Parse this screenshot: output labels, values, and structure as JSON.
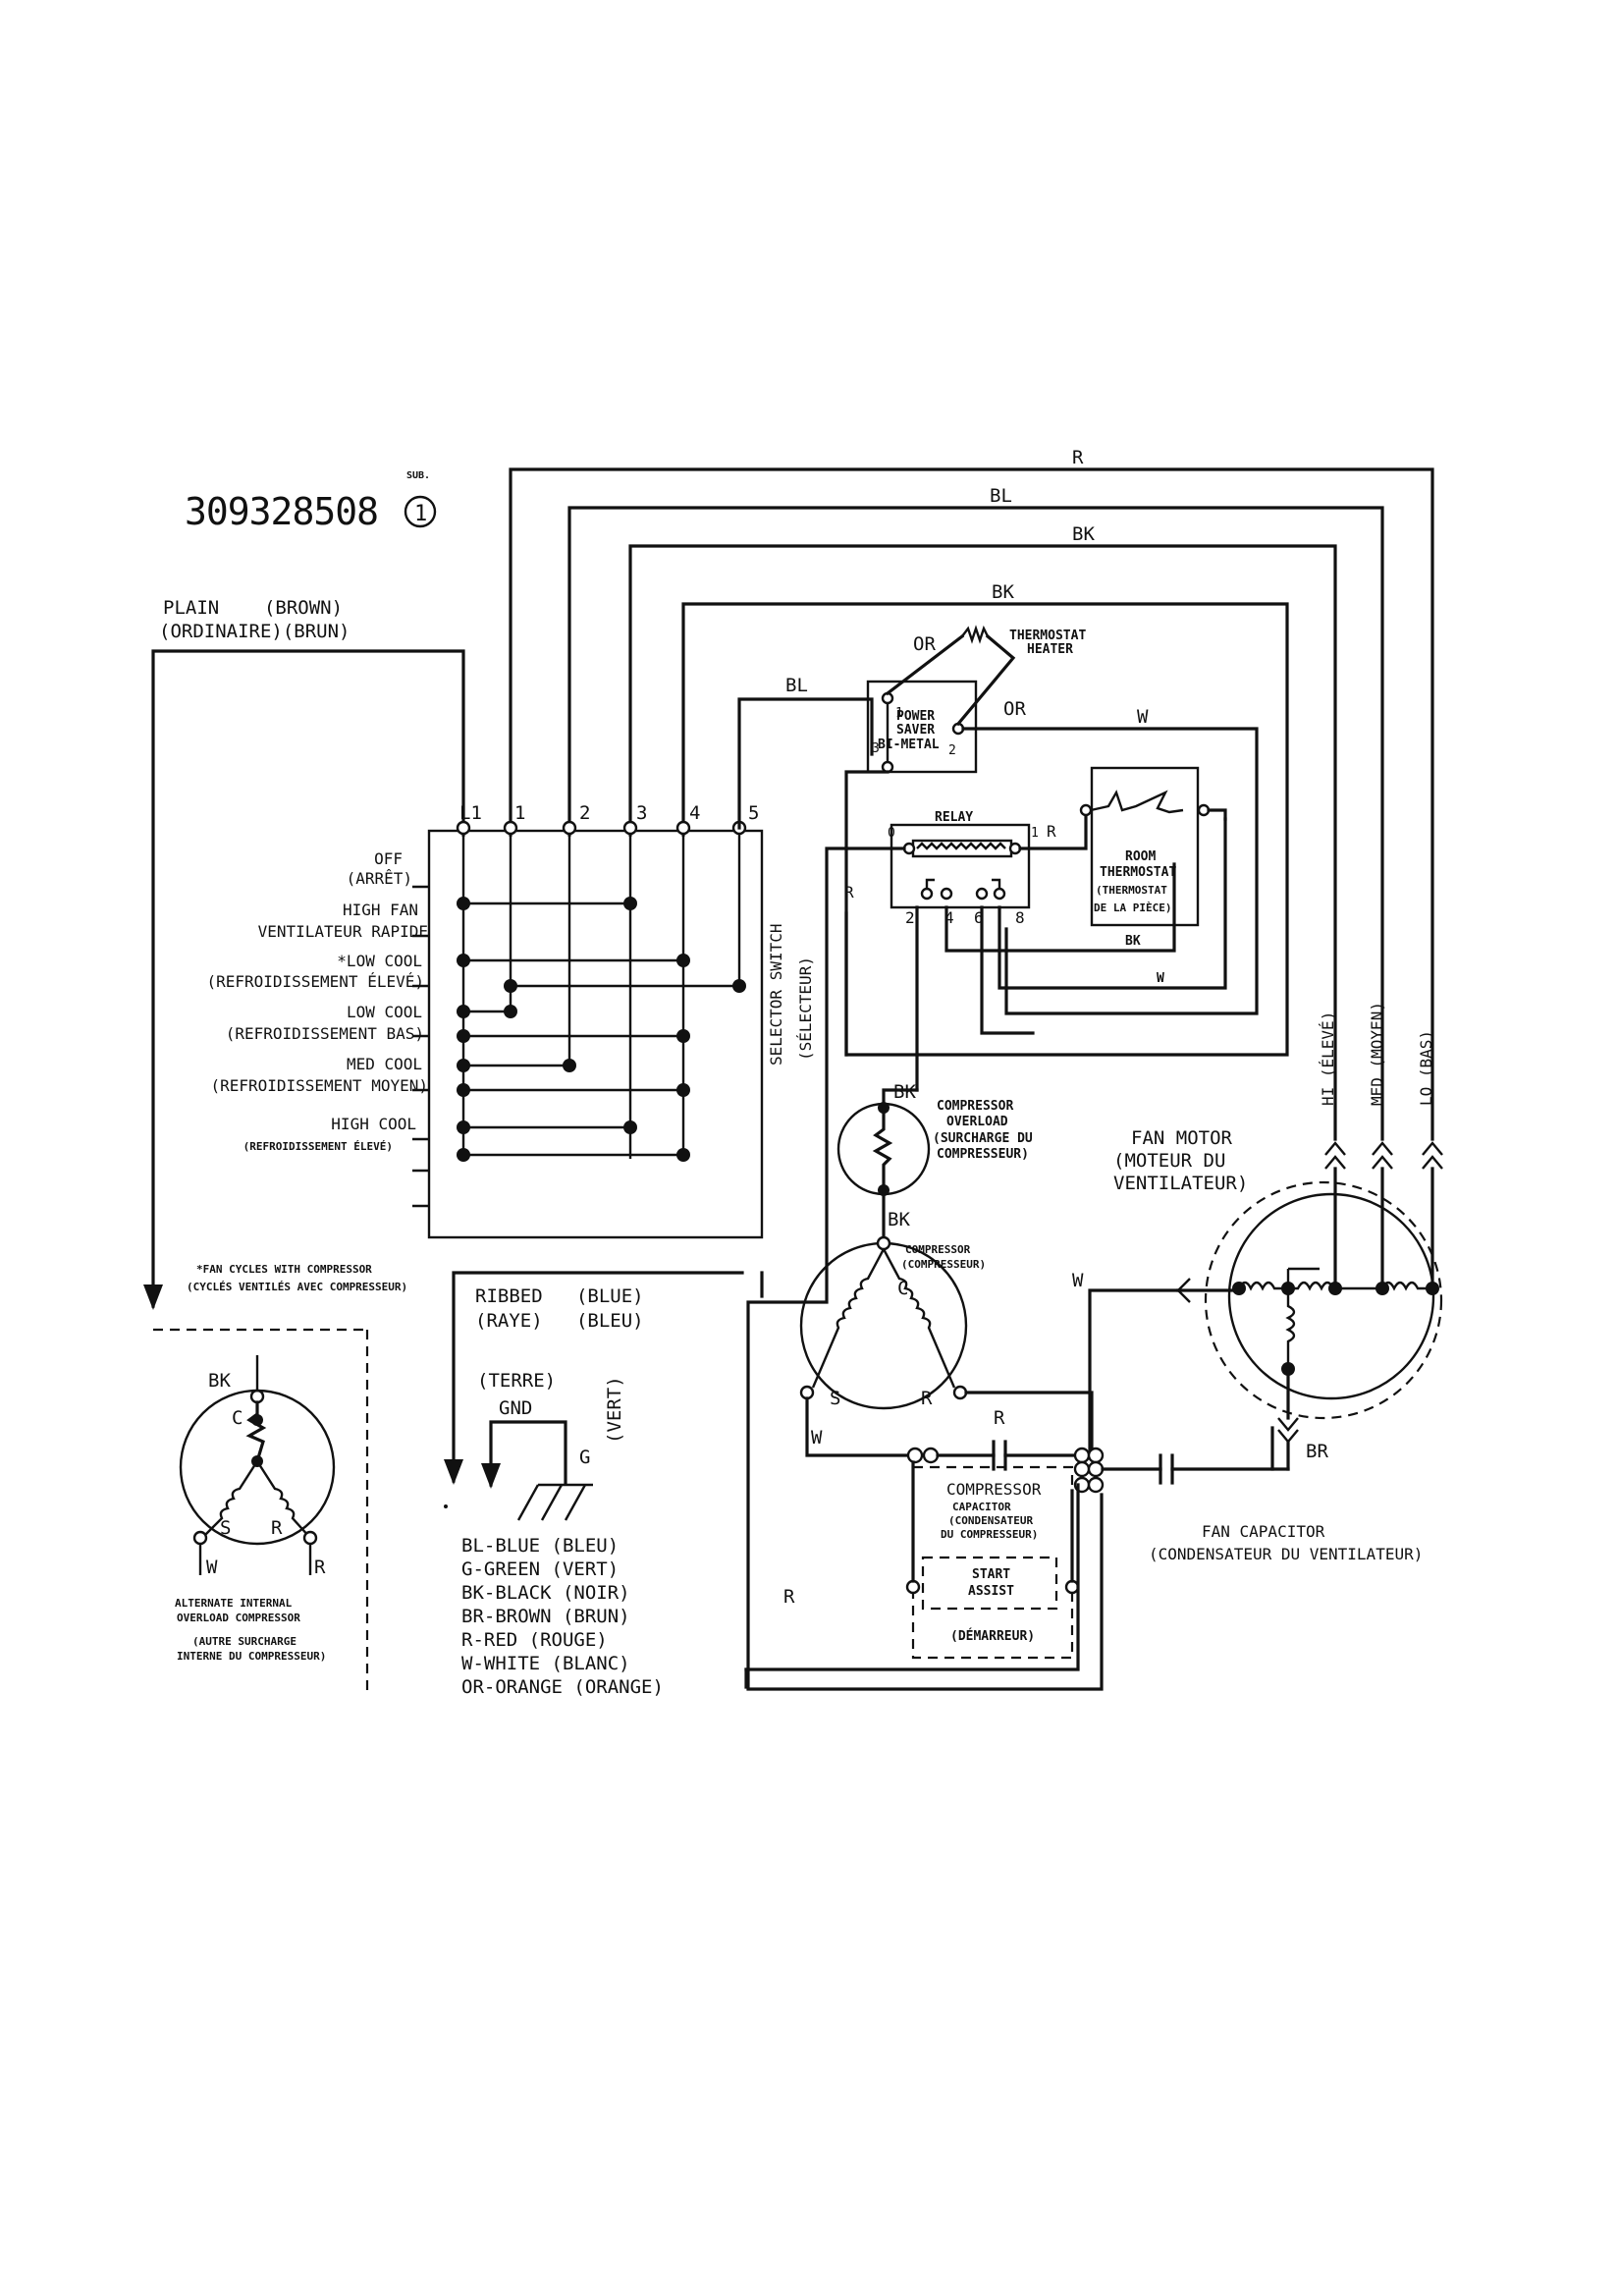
{
  "header": {
    "part_number": "309328508",
    "sub_label": "SUB.",
    "sub_number": "1"
  },
  "wire_colors": {
    "top_r": "R",
    "top_bl": "BL",
    "top_bk1": "BK",
    "top_bk2": "BK",
    "to_power_saver": "BL",
    "thermostat_heater_left": "OR",
    "thermostat_heater_right": "OR",
    "to_room_thermostat": "W",
    "relay_right": "R",
    "relay_bk": "BK",
    "relay_w": "W",
    "selector_to_relay": "R",
    "overload_top": "BK",
    "overload_bottom": "BK",
    "compressor_s": "W",
    "compressor_r": "R",
    "fan_w": "W",
    "lower_r": "R",
    "fan_br": "BR"
  },
  "plain_wire": {
    "line1": "PLAIN    (BROWN)",
    "line2": "(ORDINAIRE)(BRUN)"
  },
  "selector_switch": {
    "terminals": [
      "L1",
      "1",
      "2",
      "3",
      "4",
      "5"
    ],
    "label": "SELECTOR SWITCH",
    "label_fr": "(SÉLECTEUR)",
    "positions": [
      {
        "line1": "OFF",
        "line2": "(ARRÊT)"
      },
      {
        "line1": "HIGH FAN",
        "line2": "VENTILATEUR RAPIDE"
      },
      {
        "line1": "*LOW COOL",
        "line2": "(REFROIDISSEMENT ÉLEVÉ)"
      },
      {
        "line1": "LOW COOL",
        "line2": "(REFROIDISSEMENT BAS)"
      },
      {
        "line1": "MED COOL",
        "line2": "(REFROIDISSEMENT MOYEN)"
      },
      {
        "line1": "HIGH COOL",
        "line2": "(REFROIDISSEMENT ÉLEVÉ)"
      }
    ],
    "footnote_line1": "*FAN CYCLES WITH COMPRESSOR",
    "footnote_line2": "(CYCLÉS VENTILÉS AVEC COMPRESSEUR)"
  },
  "thermostat_heater": {
    "line1": "THERMOSTAT",
    "line2": "HEATER"
  },
  "power_saver": {
    "line1": "POWER",
    "line2": "SAVER",
    "line3": "BI-METAL",
    "t1": "1",
    "t2": "2",
    "t3": "3"
  },
  "relay": {
    "label": "RELAY",
    "t0": "0",
    "t1": "1",
    "t2": "2",
    "t4": "4",
    "t6": "6",
    "t8": "8"
  },
  "room_thermostat": {
    "line1": "ROOM",
    "line2": "THERMOSTAT",
    "line3": "(THERMOSTAT",
    "line4": "DE LA PIÈCE)"
  },
  "compressor_overload": {
    "line1": "COMPRESSOR",
    "line2": "OVERLOAD",
    "line3": "(SURCHARGE DU",
    "line4": "COMPRESSEUR)"
  },
  "compressor": {
    "line1": "COMPRESSOR",
    "line2": "(COMPRESSEUR)",
    "c": "C",
    "s": "S",
    "r": "R"
  },
  "compressor_capacitor": {
    "line1": "COMPRESSOR",
    "line2": "CAPACITOR",
    "line3": "(CONDENSATEUR",
    "line4": "DU COMPRESSEUR)"
  },
  "start_assist": {
    "line1": "START",
    "line2": "ASSIST",
    "line3": "(DÉMARREUR)"
  },
  "fan_motor": {
    "line1": "FAN MOTOR",
    "line2": "(MOTEUR DU",
    "line3": "VENTILATEUR)",
    "speed_hi": "HI (ÉLEVÉ)",
    "speed_med": "MED (MOYEN)",
    "speed_lo": "LO (BAS)"
  },
  "fan_capacitor": {
    "line1": "FAN CAPACITOR",
    "line2": "(CONDENSATEUR DU VENTILATEUR)"
  },
  "alternate_overload": {
    "bk": "BK",
    "c": "C",
    "s": "S",
    "r": "R",
    "w": "W",
    "r2": "R",
    "line1": "ALTERNATE INTERNAL",
    "line2": "OVERLOAD COMPRESSOR",
    "line3": "(AUTRE SURCHARGE",
    "line4": "INTERNE DU COMPRESSEUR)"
  },
  "ground_wire": {
    "line1": "RIBBED   (BLUE)",
    "line2": "(RAYE)   (BLEU)",
    "terre": "(TERRE)",
    "gnd": "GND",
    "g": "G",
    "vert": "(VERT)"
  },
  "legend": [
    "BL-BLUE (BLEU)",
    "G-GREEN (VERT)",
    "BK-BLACK (NOIR)",
    "BR-BROWN (BRUN)",
    "R-RED (ROUGE)",
    "W-WHITE (BLANC)",
    "OR-ORANGE (ORANGE)"
  ]
}
